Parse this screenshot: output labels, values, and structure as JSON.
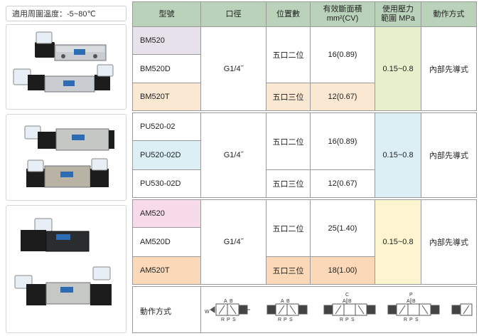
{
  "temp_note": "適用周圍溫度：-5~80℃",
  "headers": {
    "model": "型號",
    "port": "口徑",
    "position": "位置數",
    "area_line1": "有效斷面積",
    "area_line2": "mm²(CV)",
    "pressure_line1": "使用壓力",
    "pressure_line2": "範圍 MPa",
    "operation": "動作方式"
  },
  "groups": [
    {
      "port": "G1/4˝",
      "pressure": "0.15~0.8",
      "operation": "內部先導式",
      "rows": [
        {
          "model": "BM520",
          "position": "五口二位",
          "area": "16(0.89)"
        },
        {
          "model": "BM520D"
        },
        {
          "model": "BM520T",
          "position": "五口三位",
          "area": "12(0.67)"
        }
      ]
    },
    {
      "port": "G1/4˝",
      "pressure": "0.15~0.8",
      "operation": "內部先導式",
      "rows": [
        {
          "model": "PU520-02",
          "position": "五口二位",
          "area": "16(0.89)"
        },
        {
          "model": "PU520-02D"
        },
        {
          "model": "PU530-02D",
          "position": "五口三位",
          "area": "12(0.67)"
        }
      ]
    },
    {
      "port": "G1/4˝",
      "pressure": "0.15~0.8",
      "operation": "內部先導式",
      "rows": [
        {
          "model": "AM520",
          "position": "五口二位",
          "area": "25(1.40)"
        },
        {
          "model": "AM520D"
        },
        {
          "model": "AM520T",
          "position": "五口三位",
          "area": "18(1.00)"
        }
      ]
    }
  ],
  "symbol_row": {
    "label": "動作方式",
    "port_labels": {
      "a": "A",
      "b": "B",
      "r": "R",
      "p": "P",
      "s": "S",
      "c": "C",
      "pp": "P",
      "w": "W"
    }
  },
  "colors": {
    "header_bg": "#b9d2b9",
    "bm520": "#e6e1ea",
    "bm520t": "#fbe8d2",
    "pu520_02d": "#dbeff5",
    "am520": "#f7dbea",
    "am520t": "#fbd9b8",
    "pressure_1": "#e6f0cc",
    "pressure_2": "#dbeff5",
    "pressure_3": "#fdf5cf"
  }
}
